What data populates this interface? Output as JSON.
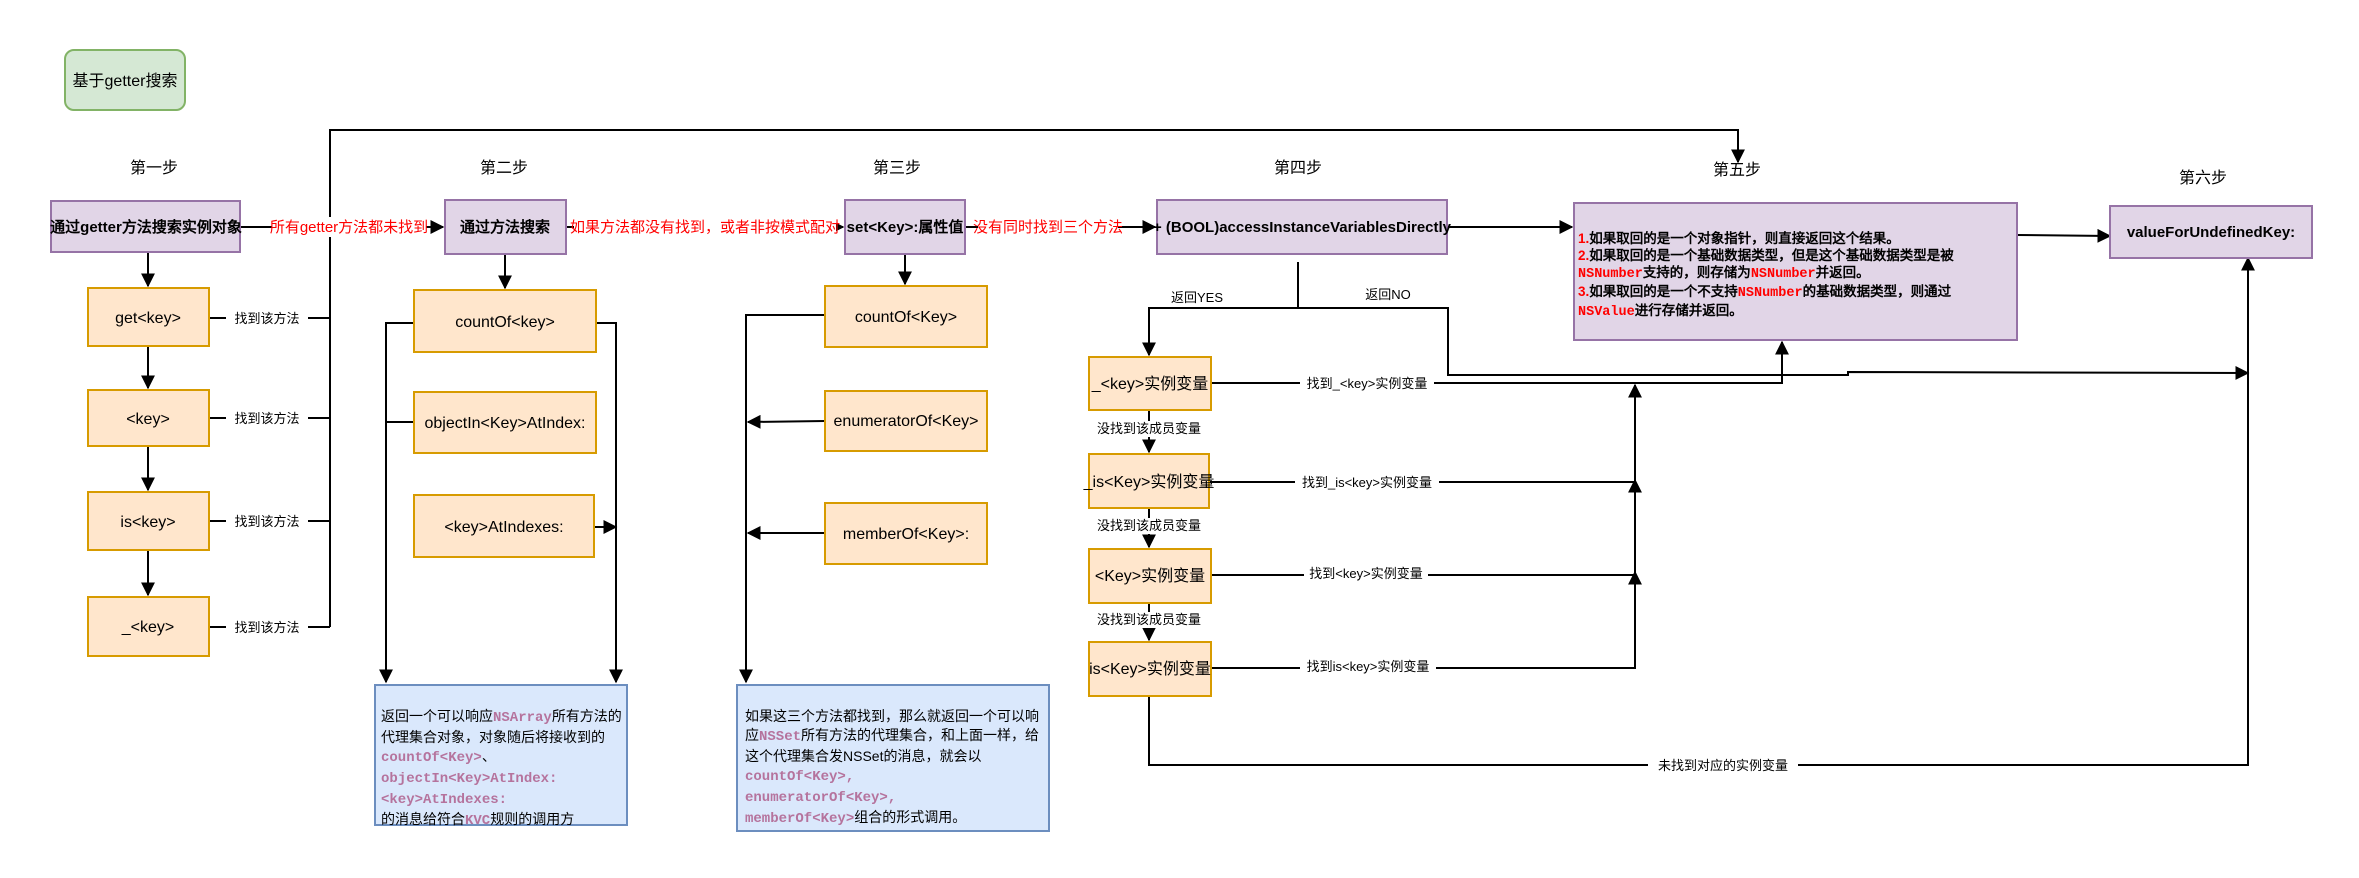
{
  "title": "基于getter搜索",
  "steps": [
    "第一步",
    "第二步",
    "第三步",
    "第四步",
    "第五步",
    "第六步"
  ],
  "step1": {
    "main": "通过getter方法搜索实例对象",
    "items": [
      "get<key>",
      "<key>",
      "is<key>",
      "_<key>"
    ],
    "found_label": "找到该方法"
  },
  "edge_1_2": "所有getter方法都未找到",
  "step2": {
    "main": "通过方法搜索",
    "items": [
      "countOf<key>",
      "objectIn<Key>AtIndex:",
      "<key>AtIndexes:"
    ]
  },
  "edge_2_3": "如果方法都没有找到，或者非按模式配对",
  "step3": {
    "main": "set<Key>:属性值",
    "items": [
      "countOf<Key>",
      "enumeratorOf<Key>",
      "memberOf<Key>:"
    ]
  },
  "edge_3_4": "没有同时找到三个方法",
  "step4": {
    "main": "+ (BOOL)accessInstanceVariablesDirectly",
    "yes_label": "返回YES",
    "no_label": "返回NO",
    "vars": [
      "_<key>实例变量",
      "_is<Key>实例变量",
      "<Key>实例变量",
      "is<Key>实例变量"
    ],
    "not_found_member": "没找到该成员变量",
    "found_labels": [
      "找到_<key>实例变量",
      "找到_is<key>实例变量",
      "找到<key>实例变量",
      "找到is<key>实例变量"
    ],
    "none_found": "未找到对应的实例变量"
  },
  "step5": {
    "lines": [
      {
        "num": "1.",
        "parts": [
          {
            "t": "如果取回的是一个对象指针，则直接返回这个结果。"
          }
        ]
      },
      {
        "num": "2.",
        "parts": [
          {
            "t": "如果取回的是一个基础数据类型，但是这个基础数据类型是被"
          }
        ]
      },
      {
        "num": "",
        "parts": [
          {
            "t": "NSNumber",
            "code": true
          },
          {
            "t": "支持的，则存储为"
          },
          {
            "t": "NSNumber",
            "code": true
          },
          {
            "t": "并返回。"
          }
        ]
      },
      {
        "num": "3.",
        "parts": [
          {
            "t": "如果取回的是一个不支持"
          },
          {
            "t": "NSNumber",
            "code": true
          },
          {
            "t": "的基础数据类型，则通过"
          }
        ]
      },
      {
        "num": "",
        "parts": [
          {
            "t": "NSValue",
            "code": true
          },
          {
            "t": "进行存储并返回。"
          }
        ]
      }
    ]
  },
  "step6": {
    "main": "valueForUndefinedKey:"
  },
  "note_nsarray": [
    [
      {
        "t": "返回一个可以响应"
      },
      {
        "t": "NSArray",
        "code": true
      },
      {
        "t": "所有方法的"
      }
    ],
    [
      {
        "t": "代理集合对象，对象随后将接收到的"
      }
    ],
    [
      {
        "t": "countOf<Key>",
        "code": true
      },
      {
        "t": "、"
      }
    ],
    [
      {
        "t": "objectIn<Key>AtIndex:",
        "code": true
      }
    ],
    [
      {
        "t": "<key>AtIndexes:",
        "code": true
      }
    ],
    [
      {
        "t": "的消息给符合"
      },
      {
        "t": "KVC",
        "code": true
      },
      {
        "t": "规则的调用方"
      }
    ]
  ],
  "note_nsset": [
    [
      {
        "t": "如果这三个方法都找到，那么就返回一个可以响"
      }
    ],
    [
      {
        "t": "应"
      },
      {
        "t": "NSSet",
        "code": true
      },
      {
        "t": "所有方法的代理集合，和上面一样，给"
      }
    ],
    [
      {
        "t": "这个代理集合发NSSet的消息，就会以"
      }
    ],
    [
      {
        "t": "countOf<Key>,",
        "code": true
      }
    ],
    [
      {
        "t": "enumeratorOf<Key>,",
        "code": true
      }
    ],
    [
      {
        "t": "memberOf<Key>",
        "code": true
      },
      {
        "t": "组合的形式调用。"
      }
    ]
  ]
}
